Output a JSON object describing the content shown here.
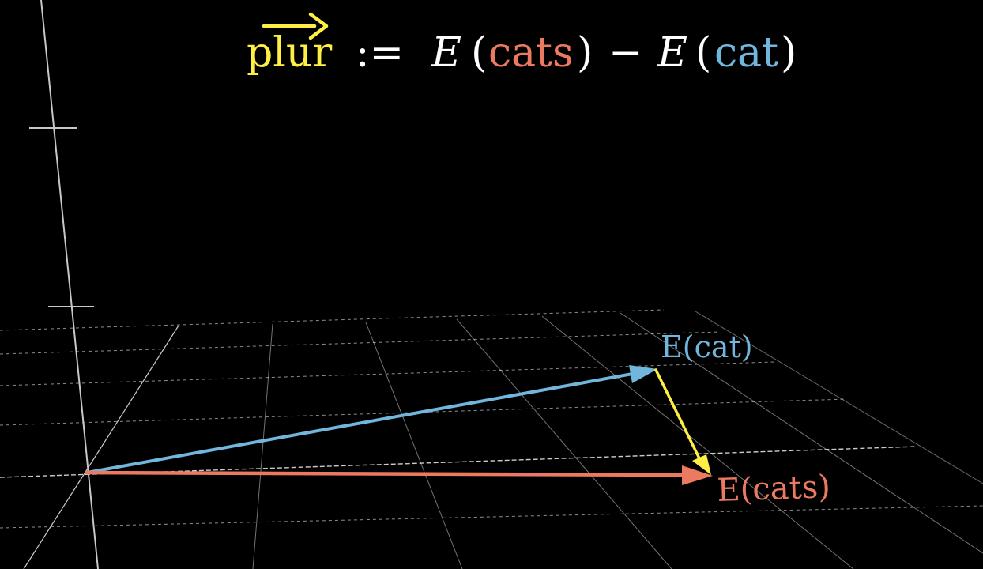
{
  "colors": {
    "background": "#000000",
    "white": "#ffffff",
    "yellow": "#ffee44",
    "blue": "#71b6dd",
    "red": "#ec7a61",
    "axis_grey": "#c8c8c8"
  },
  "equation": {
    "vector_name": "plur",
    "assign_op": ":=",
    "e1": "E",
    "open1": "(",
    "arg1": "cats",
    "close1": ")",
    "minus": "−",
    "e2": "E",
    "open2": "(",
    "arg2": "cat",
    "close2": ")"
  },
  "labels": {
    "cat": "E(cat)",
    "cats": "E(cats)"
  },
  "icons": {
    "vector_arrow": "right-arrow-icon"
  }
}
